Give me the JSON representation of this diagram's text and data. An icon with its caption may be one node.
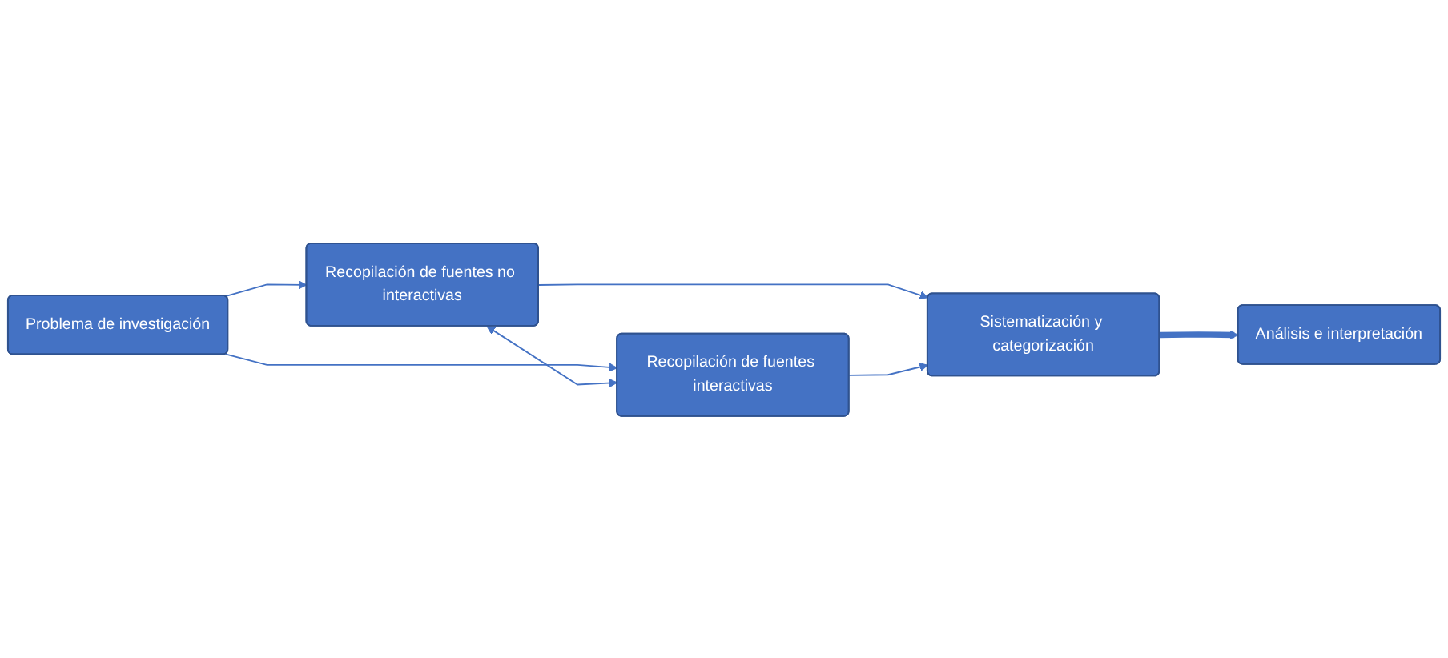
{
  "diagram": {
    "nodes": [
      {
        "text": [
          "Problema de investigación"
        ]
      },
      {
        "text": [
          "Recopilación de fuentes no interactivas"
        ]
      },
      {
        "text": [
          "Recopilación de fuentes interactivas"
        ]
      },
      {
        "text": [
          "Sistematización y categorización"
        ]
      },
      {
        "text": [
          "Análisis e interpretación"
        ]
      }
    ],
    "edges": [
      {
        "from": 0,
        "to": 1,
        "arrow": "to"
      },
      {
        "from": 0,
        "to": 2,
        "arrow": "to"
      },
      {
        "from": 1,
        "to": 2,
        "arrow": "both"
      },
      {
        "from": 1,
        "to": 3,
        "arrow": "to"
      },
      {
        "from": 2,
        "to": 3,
        "arrow": "to"
      },
      {
        "from": 3,
        "to": 4,
        "arrow": "to",
        "style": "thick"
      }
    ]
  }
}
